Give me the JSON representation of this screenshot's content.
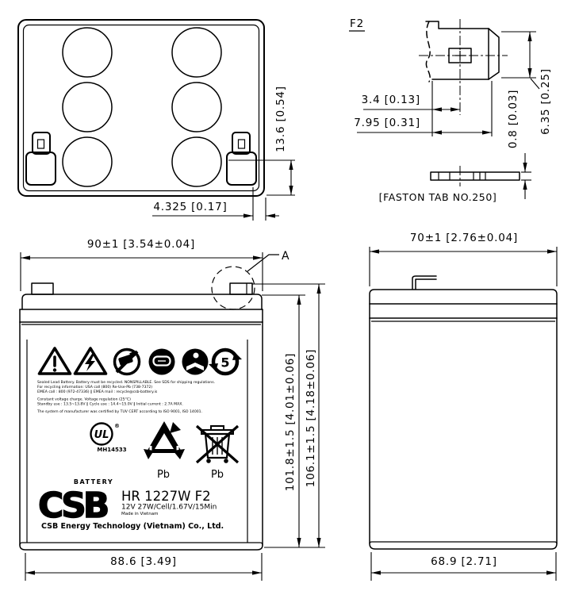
{
  "colors": {
    "ink": "#000000",
    "paper": "#ffffff"
  },
  "drawing": {
    "top_view": {
      "dim_terminal_height": "13.6 [0.54]",
      "dim_terminal_offset": "4.325 [0.17]"
    },
    "terminal_detail": {
      "label": "F2",
      "dim_slot_width": "3.4 [0.13]",
      "dim_tab_length": "7.95 [0.31]",
      "dim_tab_thickness": "0.8 [0.03]",
      "dim_tab_width": "6.35 [0.25]",
      "caption": "[FASTON TAB NO.250]"
    },
    "front_view": {
      "dim_width_top": "90±1 [3.54±0.04]",
      "dim_width_bottom": "88.6 [3.49]",
      "dim_height_case": "101.8±1.5 [4.01±0.06]",
      "dim_height_overall": "106.1±1.5 [4.18±0.06]",
      "detail_callout": "A"
    },
    "side_view": {
      "dim_width_top": "70±1 [2.76±0.04]",
      "dim_width_bottom": "68.9 [2.71]"
    }
  },
  "label": {
    "recycle_line1": "Sealed Lead Battery. Battery must be recycled. NONSPILLABLE. See SDS for shipping regulations.",
    "recycle_line2": "For recycling information: USA call (800) Re-Use-Pb (738-7372)",
    "recycle_line3": "EMEA call : 800 (972-47336)  ‖  EMEA mail : recycle@csb-battery.is",
    "charge_line1": "Constant voltage charge. Voltage regulation (25°C)",
    "charge_line2": "Standby use : 13.5~13.8V  ‖  Cycle use : 14.4~15.0V  ‖  Initial current : 2.7A MAX.",
    "cert_line": "The system of manufacturer was certified by TUV CERT according to ISO 9001, ISO 14001.",
    "ul_code": "MH14533",
    "ul_mark": "UL",
    "reg_mark": "®",
    "pb_recycle": "Pb",
    "pb_weee": "Pb",
    "rohs_period": "5",
    "brand": "CSB",
    "brand_tag": "BATTERY",
    "model": "HR 1227W F2",
    "spec": "12V 27W/Cell/1.67V/15Min",
    "origin": "Made in Vietnam",
    "company": "CSB Energy Technology (Vietnam) Co., Ltd."
  }
}
